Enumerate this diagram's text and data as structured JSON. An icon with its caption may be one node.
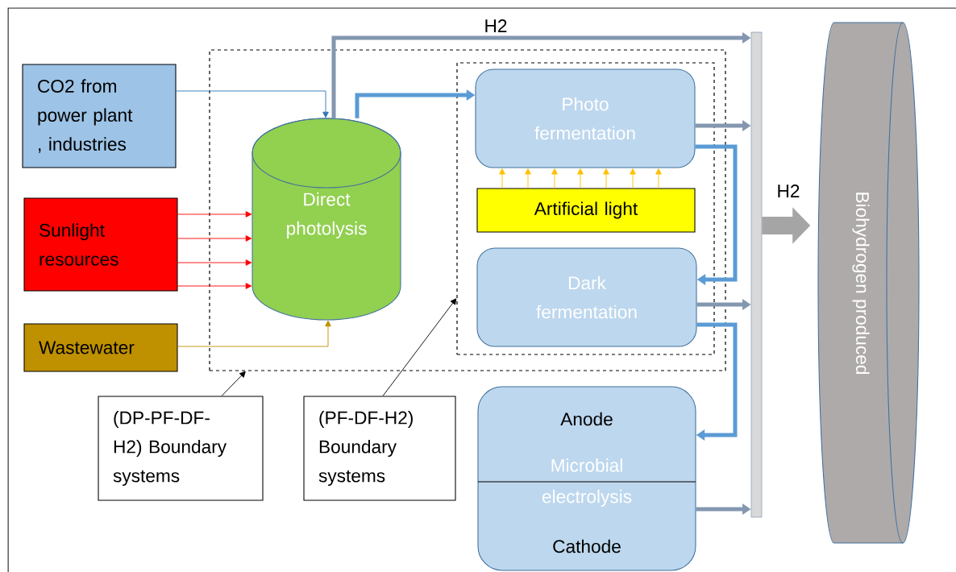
{
  "diagram": {
    "nodes": [
      {
        "text": [],
        "shape": "box"
      },
      {
        "text": [],
        "shape": "box",
        "in": 0
      },
      {
        "text": [
          "CO2 from power plant , industries"
        ]
      },
      {
        "text": [
          "Sunlight resources"
        ]
      },
      {
        "text": [
          "Wastewater"
        ]
      },
      {
        "text": [
          "Direct photolysis"
        ],
        "in": 0
      },
      {
        "text": [
          "Photo fermentation"
        ],
        "in": 1
      },
      {
        "text": [
          "Artificial light"
        ],
        "in": 1
      },
      {
        "text": [
          "Dark fermentation"
        ],
        "in": 1
      },
      {
        "text": [
          "Anode",
          "Microbial electrolysis",
          "Cathode"
        ]
      },
      {
        "text": [],
        "shape": "bar"
      },
      {
        "text": [
          "Biohydrogen produced"
        ]
      },
      {
        "text": [
          "(DP-PF-DF-H2) Boundary systems"
        ]
      },
      {
        "text": [
          "(PF-DF-H2) Boundary systems"
        ]
      }
    ],
    "edges": [
      {
        "from": 2,
        "to": 5,
        "arrow": "to",
        "color": "#2e75b6"
      },
      {
        "from": 3,
        "to": 5,
        "arrow": "to",
        "color": "#ff0000"
      },
      {
        "from": 3,
        "to": 5,
        "arrow": "to",
        "color": "#ff0000"
      },
      {
        "from": 3,
        "to": 5,
        "arrow": "to",
        "color": "#ff0000"
      },
      {
        "from": 3,
        "to": 5,
        "arrow": "to",
        "color": "#ff0000"
      },
      {
        "from": 4,
        "to": 5,
        "arrow": "to",
        "color": "#bf9000"
      },
      {
        "from": 5,
        "to": 10,
        "arrow": "to",
        "label": "H2",
        "style": "thick",
        "color": "#8497b0"
      },
      {
        "from": 5,
        "to": 6,
        "arrow": "to",
        "style": "thick",
        "color": "#5b9bd5"
      },
      {
        "from": 7,
        "to": 6,
        "arrow": "to",
        "color": "#ffc000"
      },
      {
        "from": 7,
        "to": 6,
        "arrow": "to",
        "color": "#ffc000"
      },
      {
        "from": 7,
        "to": 6,
        "arrow": "to",
        "color": "#ffc000"
      },
      {
        "from": 7,
        "to": 6,
        "arrow": "to",
        "color": "#ffc000"
      },
      {
        "from": 7,
        "to": 6,
        "arrow": "to",
        "color": "#ffc000"
      },
      {
        "from": 7,
        "to": 6,
        "arrow": "to",
        "color": "#ffc000"
      },
      {
        "from": 7,
        "to": 6,
        "arrow": "to",
        "color": "#ffc000"
      },
      {
        "from": 6,
        "to": 10,
        "arrow": "to",
        "style": "thick",
        "color": "#8497b0"
      },
      {
        "from": 6,
        "to": 8,
        "arrow": "to",
        "style": "thick",
        "color": "#5b9bd5"
      },
      {
        "from": 8,
        "to": 10,
        "arrow": "to",
        "style": "thick",
        "color": "#8497b0"
      },
      {
        "from": 8,
        "to": 9,
        "arrow": "to",
        "style": "thick",
        "color": "#5b9bd5"
      },
      {
        "from": 9,
        "to": 10,
        "arrow": "to",
        "style": "thick",
        "color": "#8497b0"
      },
      {
        "from": 10,
        "to": 11,
        "arrow": "to",
        "label": "H2",
        "style": "thick",
        "color": "#a5a5a5"
      },
      {
        "from": 12,
        "to": 0,
        "arrow": "to",
        "color": "#000000"
      },
      {
        "from": 13,
        "to": 1,
        "arrow": "to",
        "color": "#000000"
      }
    ]
  }
}
